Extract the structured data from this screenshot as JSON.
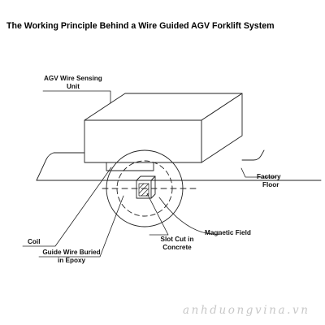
{
  "title": "The Working Principle Behind a Wire Guided AGV Forklift System",
  "labels": {
    "sensing_unit": [
      "AGV Wire Sensing",
      "Unit"
    ],
    "factory_floor": [
      "Factory",
      "Floor"
    ],
    "magnetic_field": "Magnetic Field",
    "coil": "Coil",
    "guide_wire": [
      "Guide Wire Buried",
      "in Epoxy"
    ],
    "slot_cut": [
      "Slot Cut in",
      "Concrete"
    ]
  },
  "watermark": "anhduongvina.vn"
}
